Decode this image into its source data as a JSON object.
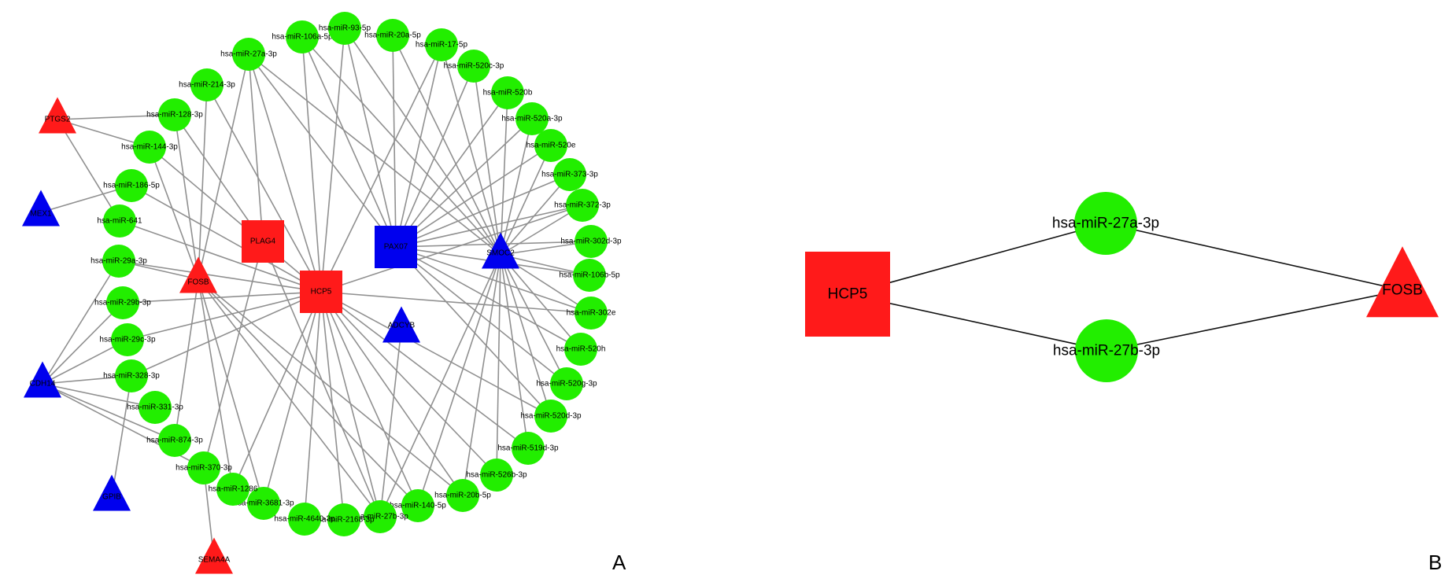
{
  "panel_labels": {
    "a": "A",
    "b": "B"
  },
  "colors": {
    "mirna": "#22ee00",
    "up": "#ff1a1a",
    "down": "#0000ee",
    "edge_a": "#909090",
    "edge_b": "#111111"
  },
  "panel_a": {
    "nodes": [
      {
        "id": "m1",
        "label": "hsa-miR-27a-3p",
        "shape": "circle",
        "group": "mirna"
      },
      {
        "id": "m2",
        "label": "hsa-miR-106a-5p",
        "shape": "circle",
        "group": "mirna"
      },
      {
        "id": "m3",
        "label": "hsa-miR-93-5p",
        "shape": "circle",
        "group": "mirna"
      },
      {
        "id": "m4",
        "label": "hsa-miR-20a-5p",
        "shape": "circle",
        "group": "mirna"
      },
      {
        "id": "m5",
        "label": "hsa-miR-17-5p",
        "shape": "circle",
        "group": "mirna"
      },
      {
        "id": "m6",
        "label": "hsa-miR-520c-3p",
        "shape": "circle",
        "group": "mirna"
      },
      {
        "id": "m7",
        "label": "hsa-miR-520b",
        "shape": "circle",
        "group": "mirna"
      },
      {
        "id": "m8",
        "label": "hsa-miR-520a-3p",
        "shape": "circle",
        "group": "mirna"
      },
      {
        "id": "m9",
        "label": "hsa-miR-520e",
        "shape": "circle",
        "group": "mirna"
      },
      {
        "id": "m10",
        "label": "hsa-miR-373-3p",
        "shape": "circle",
        "group": "mirna"
      },
      {
        "id": "m11",
        "label": "hsa-miR-372-3p",
        "shape": "circle",
        "group": "mirna"
      },
      {
        "id": "m12",
        "label": "hsa-miR-302d-3p",
        "shape": "circle",
        "group": "mirna"
      },
      {
        "id": "m13",
        "label": "hsa-miR-106b-5p",
        "shape": "circle",
        "group": "mirna"
      },
      {
        "id": "m14",
        "label": "hsa-miR-302e",
        "shape": "circle",
        "group": "mirna"
      },
      {
        "id": "m15",
        "label": "hsa-miR-520h",
        "shape": "circle",
        "group": "mirna"
      },
      {
        "id": "m16",
        "label": "hsa-miR-520g-3p",
        "shape": "circle",
        "group": "mirna"
      },
      {
        "id": "m17",
        "label": "hsa-miR-520d-3p",
        "shape": "circle",
        "group": "mirna"
      },
      {
        "id": "m18",
        "label": "hsa-miR-519d-3p",
        "shape": "circle",
        "group": "mirna"
      },
      {
        "id": "m19",
        "label": "hsa-miR-526b-3p",
        "shape": "circle",
        "group": "mirna"
      },
      {
        "id": "m20",
        "label": "hsa-miR-20b-5p",
        "shape": "circle",
        "group": "mirna"
      },
      {
        "id": "m21",
        "label": "hsa-miR-140-5p",
        "shape": "circle",
        "group": "mirna"
      },
      {
        "id": "m22",
        "label": "hsa-miR-27b-3p",
        "shape": "circle",
        "group": "mirna"
      },
      {
        "id": "m23",
        "label": "hsa-miR-2168-3p",
        "shape": "circle",
        "group": "mirna"
      },
      {
        "id": "m24",
        "label": "hsa-miR-4640-3p",
        "shape": "circle",
        "group": "mirna"
      },
      {
        "id": "m25",
        "label": "hsa-miR-3681-3p",
        "shape": "circle",
        "group": "mirna"
      },
      {
        "id": "m26",
        "label": "hsa-miR-1286",
        "shape": "circle",
        "group": "mirna"
      },
      {
        "id": "m27",
        "label": "hsa-miR-370-3p",
        "shape": "circle",
        "group": "mirna"
      },
      {
        "id": "m28",
        "label": "hsa-miR-874-3p",
        "shape": "circle",
        "group": "mirna"
      },
      {
        "id": "m29",
        "label": "hsa-miR-331-3p",
        "shape": "circle",
        "group": "mirna"
      },
      {
        "id": "m30",
        "label": "hsa-miR-328-3p",
        "shape": "circle",
        "group": "mirna"
      },
      {
        "id": "m31",
        "label": "hsa-miR-29c-3p",
        "shape": "circle",
        "group": "mirna"
      },
      {
        "id": "m32",
        "label": "hsa-miR-29b-3p",
        "shape": "circle",
        "group": "mirna"
      },
      {
        "id": "m33",
        "label": "hsa-miR-29a-3p",
        "shape": "circle",
        "group": "mirna"
      },
      {
        "id": "m34",
        "label": "hsa-miR-641",
        "shape": "circle",
        "group": "mirna"
      },
      {
        "id": "m35",
        "label": "hsa-miR-186-5p",
        "shape": "circle",
        "group": "mirna"
      },
      {
        "id": "m36",
        "label": "hsa-miR-144-3p",
        "shape": "circle",
        "group": "mirna"
      },
      {
        "id": "m37",
        "label": "hsa-miR-128-3p",
        "shape": "circle",
        "group": "mirna"
      },
      {
        "id": "m38",
        "label": "hsa-miR-214-3p",
        "shape": "circle",
        "group": "mirna"
      },
      {
        "id": "PTGS2",
        "label": "PTGS2",
        "shape": "triangle",
        "group": "up"
      },
      {
        "id": "MEX1",
        "label": "MEX1",
        "shape": "triangle",
        "group": "down"
      },
      {
        "id": "FOSB",
        "label": "FOSB",
        "shape": "triangle",
        "group": "up"
      },
      {
        "id": "PLAG4",
        "label": "PLAG4",
        "shape": "square",
        "group": "up"
      },
      {
        "id": "HCP5",
        "label": "HCP5",
        "shape": "square",
        "group": "up"
      },
      {
        "id": "PAX07",
        "label": "PAX07",
        "shape": "square",
        "group": "down"
      },
      {
        "id": "SMOC2",
        "label": "SMOC2",
        "shape": "triangle",
        "group": "down"
      },
      {
        "id": "ADCYB",
        "label": "ADCYB",
        "shape": "triangle",
        "group": "down"
      },
      {
        "id": "CDH14",
        "label": "CDH14",
        "shape": "triangle",
        "group": "down"
      },
      {
        "id": "GPIB",
        "label": "GPIB",
        "shape": "triangle",
        "group": "down"
      },
      {
        "id": "SEMA4A",
        "label": "SEMA4A",
        "shape": "triangle",
        "group": "up"
      }
    ],
    "edges": [
      [
        "PTGS2",
        "m37"
      ],
      [
        "PTGS2",
        "m36"
      ],
      [
        "PTGS2",
        "m34"
      ],
      [
        "MEX1",
        "m35"
      ],
      [
        "FOSB",
        "m1"
      ],
      [
        "FOSB",
        "m22"
      ],
      [
        "FOSB",
        "m38"
      ],
      [
        "FOSB",
        "m37"
      ],
      [
        "FOSB",
        "m36"
      ],
      [
        "FOSB",
        "m33"
      ],
      [
        "FOSB",
        "m26"
      ],
      [
        "FOSB",
        "m25"
      ],
      [
        "FOSB",
        "m28"
      ],
      [
        "FOSB",
        "m21"
      ],
      [
        "FOSB",
        "m20"
      ],
      [
        "PLAG4",
        "m1"
      ],
      [
        "PLAG4",
        "m37"
      ],
      [
        "PLAG4",
        "m22"
      ],
      [
        "PLAG4",
        "m27"
      ],
      [
        "HCP5",
        "m1"
      ],
      [
        "HCP5",
        "m22"
      ],
      [
        "HCP5",
        "m3"
      ],
      [
        "HCP5",
        "m38"
      ],
      [
        "HCP5",
        "m36"
      ],
      [
        "HCP5",
        "m35"
      ],
      [
        "HCP5",
        "m34"
      ],
      [
        "HCP5",
        "m33"
      ],
      [
        "HCP5",
        "m32"
      ],
      [
        "HCP5",
        "m31"
      ],
      [
        "HCP5",
        "m30"
      ],
      [
        "HCP5",
        "m24"
      ],
      [
        "HCP5",
        "m23"
      ],
      [
        "HCP5",
        "m26"
      ],
      [
        "HCP5",
        "m25"
      ],
      [
        "HCP5",
        "m21"
      ],
      [
        "HCP5",
        "m20"
      ],
      [
        "HCP5",
        "m19"
      ],
      [
        "HCP5",
        "m18"
      ],
      [
        "HCP5",
        "m17"
      ],
      [
        "HCP5",
        "m2"
      ],
      [
        "HCP5",
        "m5"
      ],
      [
        "HCP5",
        "m11"
      ],
      [
        "HCP5",
        "m14"
      ],
      [
        "PAX07",
        "m2"
      ],
      [
        "PAX07",
        "m3"
      ],
      [
        "PAX07",
        "m4"
      ],
      [
        "PAX07",
        "m5"
      ],
      [
        "PAX07",
        "m6"
      ],
      [
        "PAX07",
        "m7"
      ],
      [
        "PAX07",
        "m8"
      ],
      [
        "PAX07",
        "m9"
      ],
      [
        "PAX07",
        "m10"
      ],
      [
        "PAX07",
        "m11"
      ],
      [
        "PAX07",
        "m12"
      ],
      [
        "PAX07",
        "m13"
      ],
      [
        "PAX07",
        "m14"
      ],
      [
        "PAX07",
        "m15"
      ],
      [
        "PAX07",
        "m16"
      ],
      [
        "PAX07",
        "m17"
      ],
      [
        "PAX07",
        "m1"
      ],
      [
        "SMOC2",
        "m2"
      ],
      [
        "SMOC2",
        "m3"
      ],
      [
        "SMOC2",
        "m4"
      ],
      [
        "SMOC2",
        "m5"
      ],
      [
        "SMOC2",
        "m6"
      ],
      [
        "SMOC2",
        "m7"
      ],
      [
        "SMOC2",
        "m8"
      ],
      [
        "SMOC2",
        "m9"
      ],
      [
        "SMOC2",
        "m10"
      ],
      [
        "SMOC2",
        "m11"
      ],
      [
        "SMOC2",
        "m12"
      ],
      [
        "SMOC2",
        "m13"
      ],
      [
        "SMOC2",
        "m14"
      ],
      [
        "SMOC2",
        "m15"
      ],
      [
        "SMOC2",
        "m16"
      ],
      [
        "SMOC2",
        "m17"
      ],
      [
        "SMOC2",
        "m18"
      ],
      [
        "SMOC2",
        "m19"
      ],
      [
        "SMOC2",
        "m20"
      ],
      [
        "SMOC2",
        "m21"
      ],
      [
        "SMOC2",
        "m22"
      ],
      [
        "SMOC2",
        "m1"
      ],
      [
        "ADCYB",
        "m22"
      ],
      [
        "CDH14",
        "m33"
      ],
      [
        "CDH14",
        "m32"
      ],
      [
        "CDH14",
        "m31"
      ],
      [
        "CDH14",
        "m30"
      ],
      [
        "CDH14",
        "m29"
      ],
      [
        "CDH14",
        "m28"
      ],
      [
        "CDH14",
        "m27"
      ],
      [
        "GPIB",
        "m30"
      ],
      [
        "SEMA4A",
        "m27"
      ]
    ]
  },
  "panel_b": {
    "nodes": [
      {
        "id": "HCP5b",
        "label": "HCP5",
        "shape": "square",
        "group": "up"
      },
      {
        "id": "m27a",
        "label": "hsa-miR-27a-3p",
        "shape": "circle",
        "group": "mirna"
      },
      {
        "id": "m27b",
        "label": "hsa-miR-27b-3p",
        "shape": "circle",
        "group": "mirna"
      },
      {
        "id": "FOSBb",
        "label": "FOSB",
        "shape": "triangle",
        "group": "up"
      }
    ],
    "edges": [
      [
        "HCP5b",
        "m27a"
      ],
      [
        "HCP5b",
        "m27b"
      ],
      [
        "m27a",
        "FOSBb"
      ],
      [
        "m27b",
        "FOSBb"
      ]
    ]
  }
}
